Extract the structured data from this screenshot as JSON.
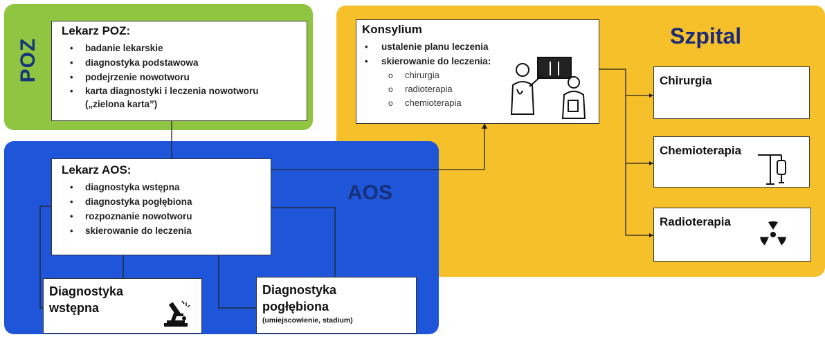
{
  "poz": {
    "label": "POZ",
    "box_title": "Lekarz POZ:",
    "items": [
      "badanie lekarskie",
      "diagnostyka podstawowa",
      "podejrzenie nowotworu",
      "karta diagnostyki i leczenia nowotworu („zielona karta”)"
    ]
  },
  "aos": {
    "label": "AOS",
    "box_title": "Lekarz AOS:",
    "items": [
      "diagnostyka wstępna",
      "diagnostyka pogłębiona",
      "rozpoznanie  nowotworu",
      "skierowanie do leczenia"
    ],
    "diag_wstepna": {
      "line1": "Diagnostyka",
      "line2": "wstępna"
    },
    "diag_poglebiona": {
      "line1": "Diagnostyka",
      "line2": "pogłębiona",
      "note": "(umiejscowienie, stadium)"
    }
  },
  "szpital": {
    "label": "Szpital",
    "konsylium": {
      "title": "Konsylium",
      "items": [
        "ustalenie planu leczenia",
        "skierowanie do leczenia:"
      ],
      "sub_items": [
        "chirurgia",
        "radioterapia",
        "chemioterapia"
      ]
    },
    "chirurgia": "Chirurgia",
    "chemioterapia": "Chemioterapia",
    "radioterapia": "Radioterapia"
  },
  "colors": {
    "poz_green": "#8fc540",
    "aos_blue": "#1f56d9",
    "szpital_yellow": "#f6c02a",
    "label_navy": "#1c2a78"
  },
  "icons": [
    "microscope-icon",
    "doctors-xray-icon",
    "iv-drip-icon",
    "radiation-icon"
  ]
}
